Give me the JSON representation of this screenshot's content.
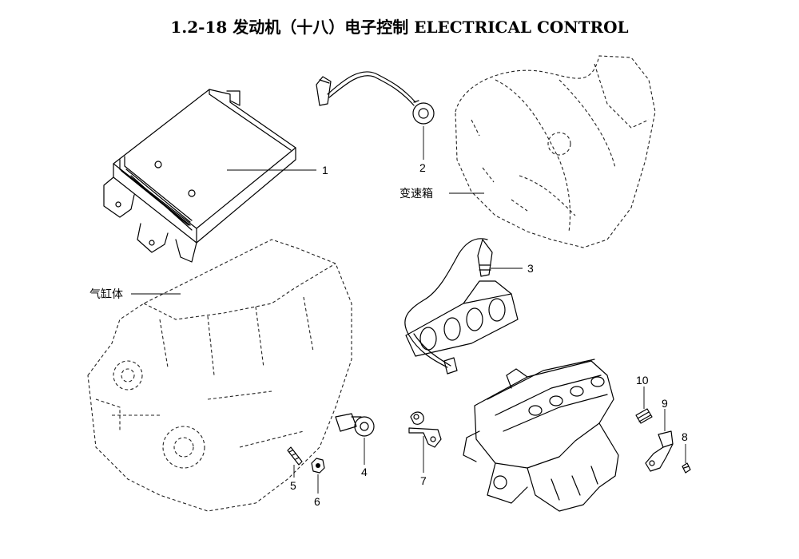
{
  "title": "1.2-18  发动机（十八）电子控制 ELECTRICAL CONTROL",
  "parts": [
    {
      "id": "ecu",
      "number": "1"
    },
    {
      "id": "speed-sensor",
      "number": "2"
    },
    {
      "id": "oxygen-sensor",
      "number": "3"
    },
    {
      "id": "knock-sensor",
      "number": "4"
    },
    {
      "id": "bolt",
      "number": "5"
    },
    {
      "id": "nut",
      "number": "6"
    },
    {
      "id": "position-sensor",
      "number": "7"
    },
    {
      "id": "screw",
      "number": "8"
    },
    {
      "id": "bracket",
      "number": "9"
    },
    {
      "id": "clip-sensor",
      "number": "10"
    }
  ],
  "labels": {
    "gearbox": "变速箱",
    "cylinder_block": "气缸体"
  }
}
